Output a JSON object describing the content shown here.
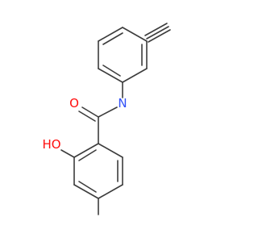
{
  "molecule": {
    "atom_labels": {
      "carbonyl_oxygen": "O",
      "amide_nitrogen": "N",
      "hydroxyl": "HO"
    },
    "colors": {
      "bond": "#3c3c3c",
      "oxygen": "#ff0d0d",
      "nitrogen": "#3050f8"
    }
  }
}
